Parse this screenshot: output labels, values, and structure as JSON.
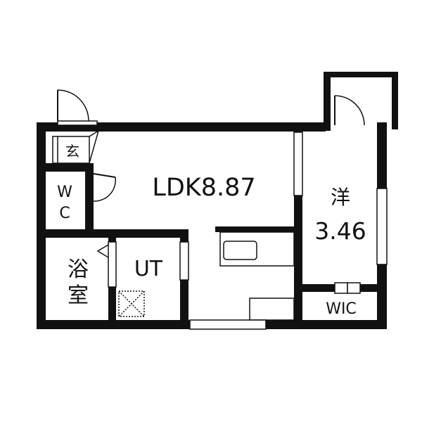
{
  "rooms": {
    "ldk": {
      "name": "LDK8.87"
    },
    "western": {
      "name": "洋",
      "size": "3.46"
    },
    "entrance": {
      "name": "玄"
    },
    "toilet": {
      "char1": "W",
      "char2": "C"
    },
    "bath": {
      "char1": "浴",
      "char2": "室"
    },
    "utility": {
      "name": "UT"
    },
    "closet": {
      "name": "WIC"
    }
  }
}
